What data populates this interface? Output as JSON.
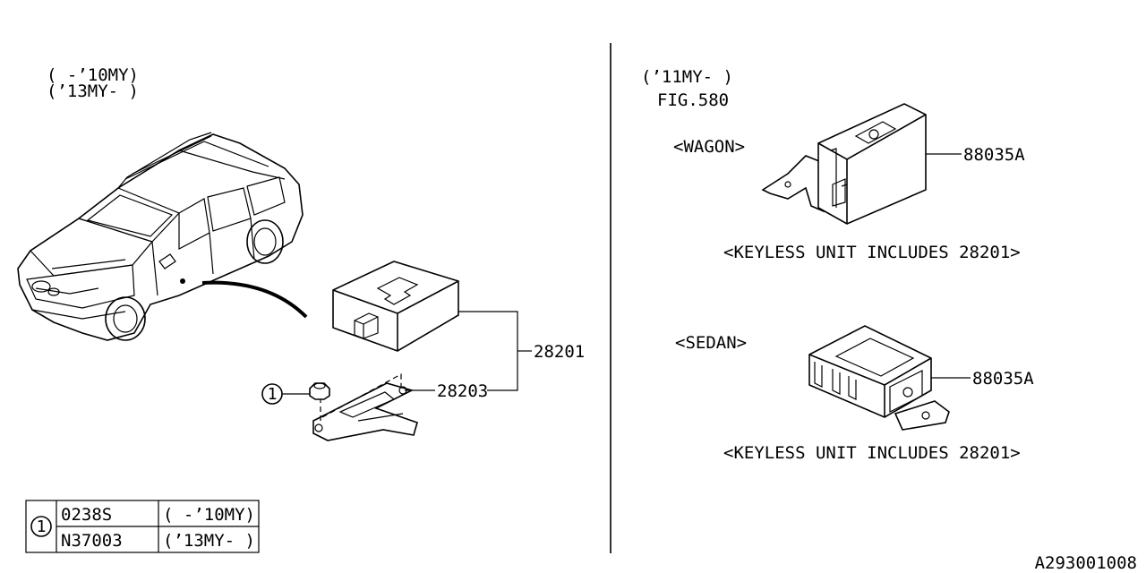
{
  "left": {
    "applicability_line1": "(  -’10MY)",
    "applicability_line2": "(’13MY-  )",
    "part_keyless_unit": "28201",
    "part_bracket": "28203",
    "callout_1": "1"
  },
  "right": {
    "applicability": "(’11MY-  )",
    "fig_ref": "FIG.580",
    "wagon": {
      "label": "<WAGON>",
      "part": "88035A",
      "note": "<KEYLESS UNIT INCLUDES 28201>"
    },
    "sedan": {
      "label": "<SEDAN>",
      "part": "88035A",
      "note": "<KEYLESS UNIT INCLUDES 28201>"
    }
  },
  "legend": {
    "callout": "1",
    "rows": [
      {
        "part": "0238S",
        "range": "(  -’10MY)"
      },
      {
        "part": "N37003",
        "range": "(’13MY-  )"
      }
    ]
  },
  "diagram_id": "A293001008"
}
